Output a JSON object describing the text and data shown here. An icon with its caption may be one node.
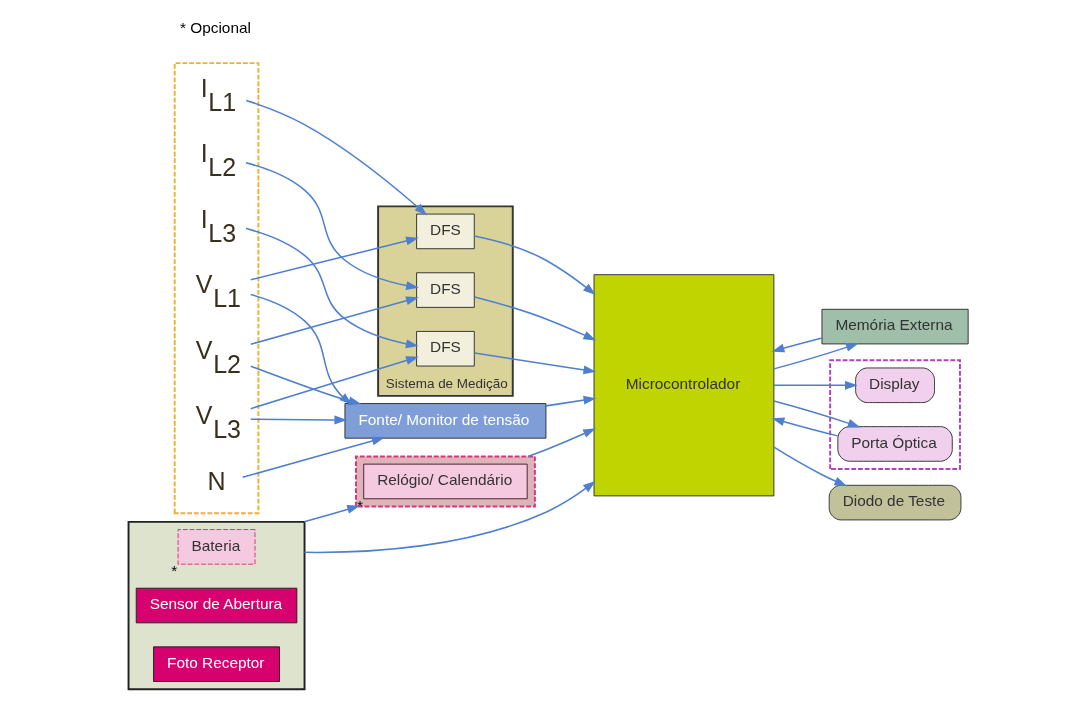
{
  "diagram": {
    "nodes": [
      {
        "text": [],
        "shape": "box"
      },
      {
        "text": [
          "V$_{L1}$"
        ],
        "in": 0
      },
      {
        "text": [
          "I$_{L1}$"
        ],
        "in": 0
      },
      {
        "text": [
          "V$_{L2}$"
        ],
        "in": 0
      },
      {
        "text": [
          "I$_{L2}$"
        ],
        "in": 0
      },
      {
        "text": [
          "V$_{L3}$"
        ],
        "in": 0
      },
      {
        "text": [
          "I$_{L3}$"
        ],
        "in": 0
      },
      {
        "text": [
          "N"
        ],
        "in": 0
      },
      {
        "text": [],
        "shape": "box"
      },
      {
        "text": [
          "Relógio/ Calendário"
        ],
        "in": 8,
        "beside": [
          "*"
        ]
      },
      {
        "text": [],
        "shape": "box"
      },
      {
        "text": [
          "Bateria"
        ],
        "in": 10,
        "beside": [
          "*"
        ]
      },
      {
        "text": [
          "Sensor de Abertura"
        ],
        "in": 10
      },
      {
        "text": [
          "Foto Receptor"
        ],
        "in": 10
      },
      {
        "text": [
          "Sistema de Medição"
        ]
      },
      {
        "text": [
          "DFS"
        ],
        "in": 14
      },
      {
        "text": [
          "DFS"
        ],
        "in": 14
      },
      {
        "text": [
          "DFS"
        ],
        "in": 14
      },
      {
        "text": [
          "Microcontrolador"
        ]
      },
      {
        "text": [
          "Fonte/ Monitor de tensão"
        ]
      },
      {
        "text": [
          "Memória Externa"
        ]
      },
      {
        "text": [],
        "shape": "box"
      },
      {
        "text": [
          "Display"
        ],
        "in": 21
      },
      {
        "text": [
          "Porta Óptica"
        ],
        "in": 21
      },
      {
        "text": [
          "Diodo de Teste"
        ]
      }
    ],
    "edges": [
      {
        "from": 1,
        "to": 15,
        "arrow": "to"
      },
      {
        "from": 2,
        "to": 15,
        "arrow": "to"
      },
      {
        "from": 3,
        "to": 16,
        "arrow": "to"
      },
      {
        "from": 4,
        "to": 16,
        "arrow": "to"
      },
      {
        "from": 5,
        "to": 17,
        "arrow": "to"
      },
      {
        "from": 6,
        "to": 17,
        "arrow": "to"
      },
      {
        "from": 1,
        "to": 19,
        "arrow": "to"
      },
      {
        "from": 3,
        "to": 19,
        "arrow": "to"
      },
      {
        "from": 5,
        "to": 19,
        "arrow": "to"
      },
      {
        "from": 7,
        "to": 19,
        "arrow": "to"
      },
      {
        "from": 10,
        "to": 8,
        "arrow": "to"
      },
      {
        "from": 8,
        "to": 18,
        "arrow": "to"
      },
      {
        "from": 10,
        "to": 18,
        "arrow": "to"
      },
      {
        "from": 15,
        "to": 18,
        "arrow": "to"
      },
      {
        "from": 16,
        "to": 18,
        "arrow": "to"
      },
      {
        "from": 17,
        "to": 18,
        "arrow": "to"
      },
      {
        "from": 19,
        "to": 18,
        "arrow": "to"
      },
      {
        "from": 18,
        "to": 22,
        "arrow": "to"
      },
      {
        "from": 18,
        "to": 23,
        "arrow": "to"
      },
      {
        "from": 23,
        "to": 18,
        "arrow": "to"
      },
      {
        "from": 18,
        "to": 24,
        "arrow": "to"
      },
      {
        "from": 20,
        "to": 18,
        "arrow": "to"
      },
      {
        "from": 18,
        "to": 20,
        "arrow": "to"
      }
    ],
    "labels": [
      "* Opcional"
    ]
  }
}
